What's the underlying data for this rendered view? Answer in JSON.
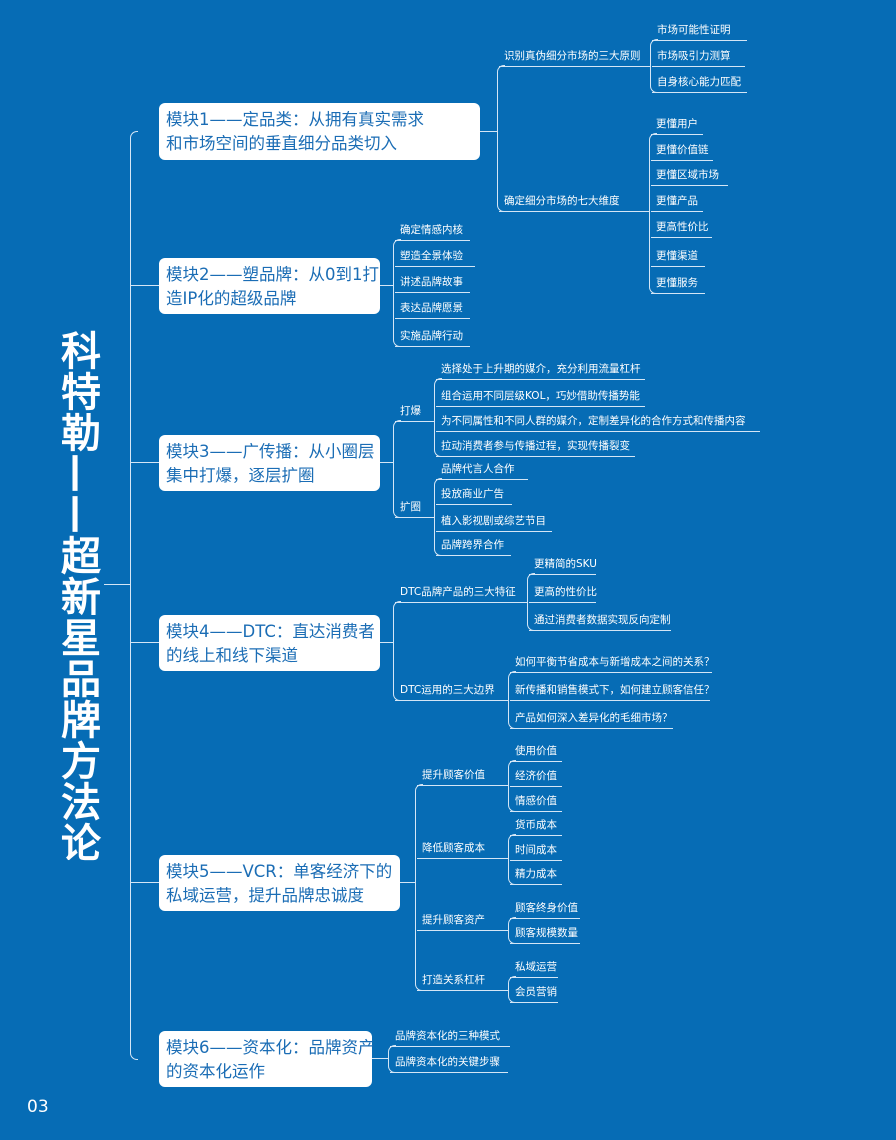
{
  "title": "科特勒——超新星品牌方法论",
  "page_number": "03",
  "colors": {
    "background": "#066cb5",
    "box": "#ffffff",
    "box_text": "#1b6db5",
    "lines": "#d4e6f6"
  },
  "modules": [
    {
      "label_lines": [
        "模块1——定品类：从拥有真实需求",
        "和市场空间的垂直细分品类切入"
      ],
      "branches": [
        {
          "label": "识别真伪细分市场的三大原则",
          "items": [
            "市场可能性证明",
            "市场吸引力测算",
            "自身核心能力匹配"
          ]
        },
        {
          "label": "确定细分市场的七大维度",
          "items": [
            "更懂用户",
            "更懂价值链",
            "更懂区域市场",
            "更懂产品",
            "更高性价比",
            "更懂渠道",
            "更懂服务"
          ]
        }
      ]
    },
    {
      "label_lines": [
        "模块2——塑品牌：从0到1打",
        "造IP化的超级品牌"
      ],
      "branches": [
        {
          "label": "确定情感内核"
        },
        {
          "label": "塑造全景体验"
        },
        {
          "label": "讲述品牌故事"
        },
        {
          "label": "表达品牌愿景"
        },
        {
          "label": "实施品牌行动"
        }
      ]
    },
    {
      "label_lines": [
        "模块3——广传播：从小圈层",
        "集中打爆，逐层扩圈"
      ],
      "branches": [
        {
          "label": "打爆",
          "items": [
            "选择处于上升期的媒介，充分利用流量杠杆",
            "组合运用不同层级KOL，巧妙借助传播势能",
            "为不同属性和不同人群的媒介，定制差异化的合作方式和传播内容",
            "拉动消费者参与传播过程，实现传播裂变"
          ]
        },
        {
          "label": "扩圈",
          "items": [
            "品牌代言人合作",
            "投放商业广告",
            "植入影视剧或综艺节目",
            "品牌跨界合作"
          ]
        }
      ]
    },
    {
      "label_lines": [
        "模块4——DTC：直达消费者",
        "的线上和线下渠道"
      ],
      "branches": [
        {
          "label": "DTC品牌产品的三大特征",
          "items": [
            "更精简的SKU",
            "更高的性价比",
            "通过消费者数据实现反向定制"
          ]
        },
        {
          "label": "DTC运用的三大边界",
          "items": [
            "如何平衡节省成本与新增成本之间的关系？",
            "新传播和销售模式下，如何建立顾客信任？",
            "产品如何深入差异化的毛细市场？"
          ]
        }
      ]
    },
    {
      "label_lines": [
        "模块5——VCR：单客经济下的",
        "私域运营，提升品牌忠诚度"
      ],
      "branches": [
        {
          "label": "提升顾客价值",
          "items": [
            "使用价值",
            "经济价值",
            "情感价值"
          ]
        },
        {
          "label": "降低顾客成本",
          "items": [
            "货币成本",
            "时间成本",
            "精力成本"
          ]
        },
        {
          "label": "提升顾客资产",
          "items": [
            "顾客终身价值",
            "顾客规模数量"
          ]
        },
        {
          "label": "打造关系杠杆",
          "items": [
            "私域运营",
            "会员营销"
          ]
        }
      ]
    },
    {
      "label_lines": [
        "模块6——资本化：品牌资产",
        "的资本化运作"
      ],
      "branches": [
        {
          "label": "品牌资本化的三种模式"
        },
        {
          "label": "品牌资本化的关键步骤"
        }
      ]
    }
  ]
}
